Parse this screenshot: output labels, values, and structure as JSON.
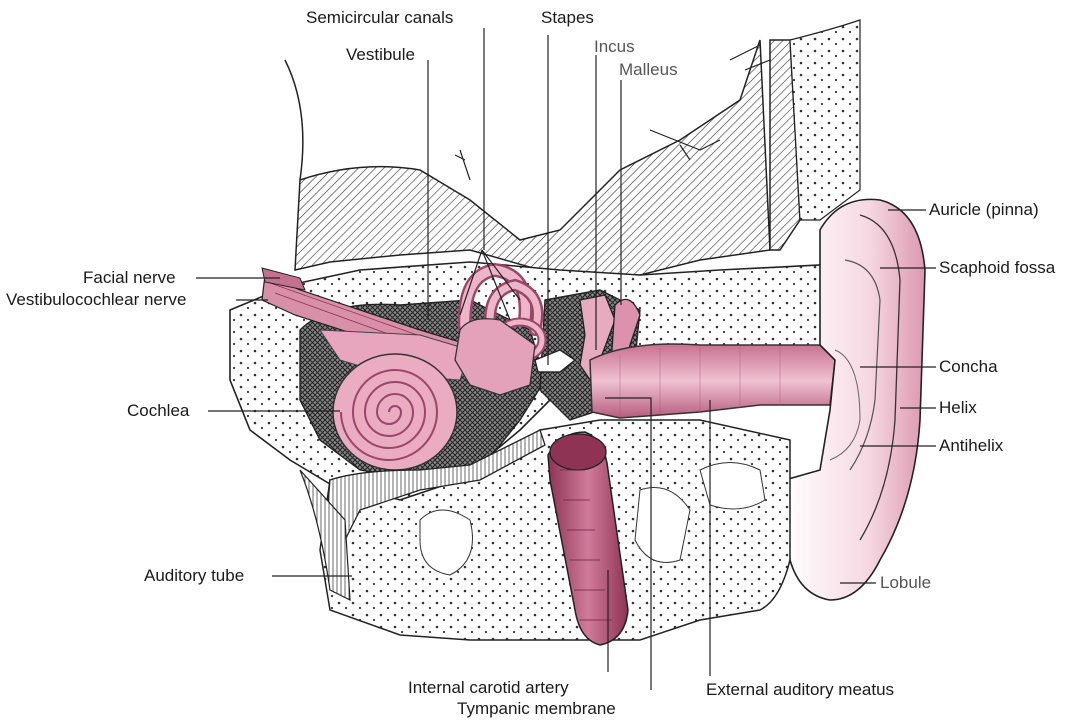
{
  "labels": {
    "semicircular_canals": "Semicircular canals",
    "stapes": "Stapes",
    "incus": "Incus",
    "malleus": "Malleus",
    "vestibule": "Vestibule",
    "facial_nerve": "Facial nerve",
    "vestibulocochlear_nerve": "Vestibulocochlear nerve",
    "cochlea": "Cochlea",
    "auditory_tube": "Auditory tube",
    "internal_carotid_artery": "Internal carotid artery",
    "tympanic_membrane": "Tympanic membrane",
    "external_auditory_meatus": "External auditory meatus",
    "auricle": "Auricle (pinna)",
    "scaphoid_fossa": "Scaphoid fossa",
    "concha": "Concha",
    "helix": "Helix",
    "antihelix": "Antihelix",
    "lobule": "Lobule"
  },
  "colors": {
    "ink": "#1a1a1a",
    "pink_light": "#f3c9d7",
    "pink_mid": "#dc8ea8",
    "pink_dark": "#a84a6b",
    "bone": "#ffffff",
    "shade": "#4a4a4a"
  }
}
